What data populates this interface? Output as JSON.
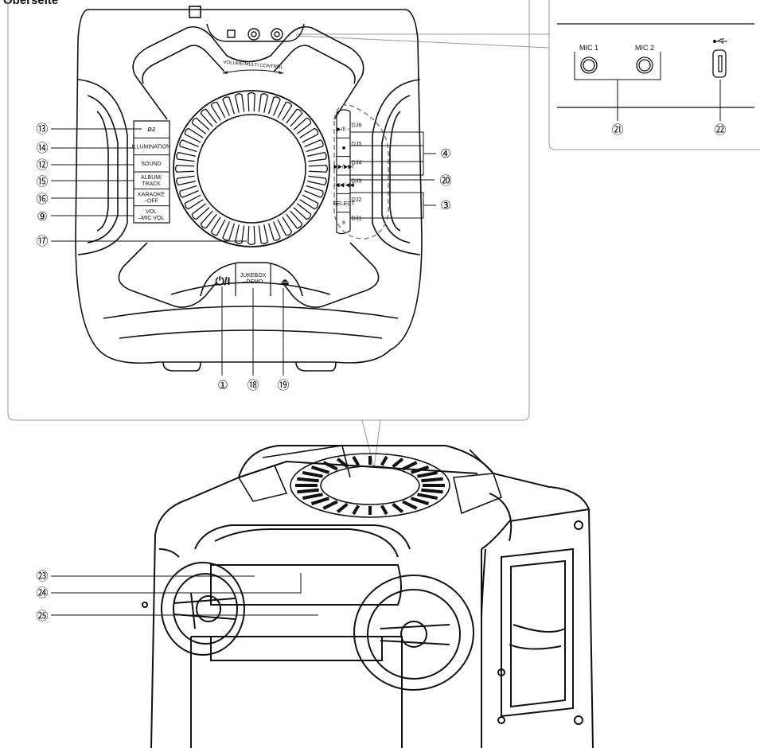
{
  "header": {
    "title": "Oberseite"
  },
  "top_panel": {
    "dial_label": "VOLUME/MULTI CONTROL",
    "left_buttons": [
      {
        "name": "dj",
        "lines": [
          "DJ"
        ]
      },
      {
        "name": "illumination",
        "lines": [
          "ILLUMINATION"
        ]
      },
      {
        "name": "sound",
        "lines": [
          "SOUND"
        ]
      },
      {
        "name": "album-track",
        "lines": [
          "ALBUM/",
          "TRACK"
        ]
      },
      {
        "name": "karaoke-off",
        "lines": [
          "KARAOKE",
          "–OFF"
        ]
      },
      {
        "name": "vol-mic-vol",
        "lines": [
          "VOL",
          "–MIC VOL"
        ]
      }
    ],
    "right_buttons": [
      {
        "name": "play-pause",
        "symbol": "▶/II ○",
        "dj": "DJ6"
      },
      {
        "name": "stop",
        "symbol": "■",
        "dj": "DJ5"
      },
      {
        "name": "skip-forward",
        "symbol": "▶▶/▶▶I",
        "dj": "DJ4"
      },
      {
        "name": "skip-back",
        "symbol": "I◀◀/◀◀",
        "dj": "DJ3"
      },
      {
        "name": "select",
        "symbol": "SELECT",
        "dj": "DJ2"
      },
      {
        "name": "bluetooth",
        "symbol": "ʙ",
        "dj": "DJ1"
      }
    ],
    "bottom_buttons": {
      "power": "⏻/I",
      "jukebox": [
        "JUKEBOX",
        "–DEMO"
      ],
      "eject": "⏏"
    }
  },
  "mic_panel": {
    "mic1": "MIC 1",
    "mic2": "MIC 2",
    "usb_icon": "usb-icon"
  },
  "callouts": {
    "c1": "①",
    "c3": "③",
    "c4": "④",
    "c9": "⑨",
    "c12": "⑫",
    "c13": "⑬",
    "c14": "⑭",
    "c15": "⑮",
    "c16": "⑯",
    "c17": "⑰",
    "c18": "⑱",
    "c19": "⑲",
    "c20": "⑳",
    "c21": "㉑",
    "c22": "㉒",
    "c23": "㉓",
    "c24": "㉔",
    "c25": "㉕"
  }
}
